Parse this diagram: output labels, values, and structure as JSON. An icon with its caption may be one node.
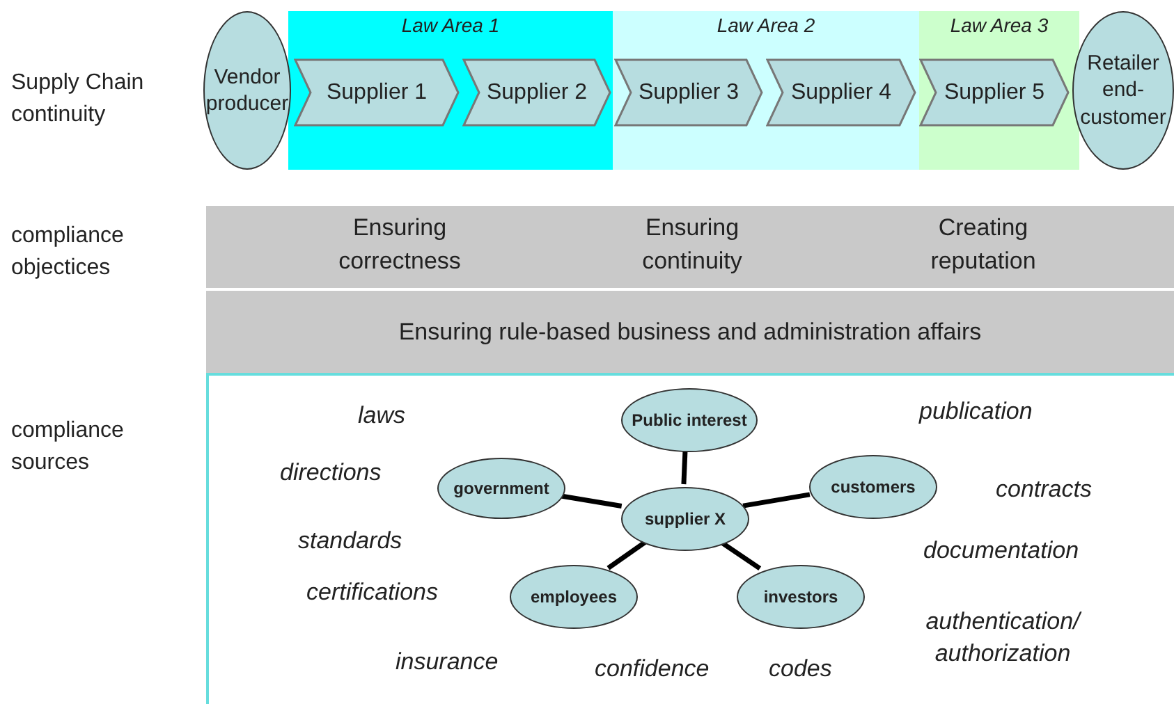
{
  "diagram": {
    "nodes": [
      {
        "text": [
          "Vendor producer"
        ]
      },
      {
        "text": [
          "Law Area 1"
        ]
      },
      {
        "text": [
          "Supplier 1"
        ],
        "in": 1
      },
      {
        "text": [
          "Supplier 2"
        ],
        "in": 1
      },
      {
        "text": [
          "Law Area 2"
        ]
      },
      {
        "text": [
          "Supplier 3"
        ],
        "in": 4
      },
      {
        "text": [
          "Supplier 4"
        ],
        "in": 4
      },
      {
        "text": [
          "Law Area 3"
        ]
      },
      {
        "text": [
          "Supplier 5"
        ],
        "in": 7
      },
      {
        "text": [
          "Retailer end-customer"
        ]
      },
      {
        "text": [
          "Ensuring correctness",
          "Ensuring continuity",
          "Creating reputation"
        ]
      },
      {
        "text": [
          "Ensuring rule-based business and administration affairs"
        ]
      },
      {
        "text": [],
        "shape": "box"
      },
      {
        "text": [
          "Public interest"
        ],
        "in": 12
      },
      {
        "text": [
          "government"
        ],
        "in": 12
      },
      {
        "text": [
          "supplier X"
        ],
        "in": 12
      },
      {
        "text": [
          "customers"
        ],
        "in": 12
      },
      {
        "text": [
          "employees"
        ],
        "in": 12
      },
      {
        "text": [
          "investors"
        ],
        "in": 12
      }
    ],
    "edges": [
      {
        "from": 15,
        "to": 13,
        "arrow": "none"
      },
      {
        "from": 15,
        "to": 14,
        "arrow": "none"
      },
      {
        "from": 15,
        "to": 16,
        "arrow": "none"
      },
      {
        "from": 15,
        "to": 17,
        "arrow": "none"
      },
      {
        "from": 15,
        "to": 18,
        "arrow": "none"
      }
    ],
    "labels": [
      "Supply Chain continuity",
      "compliance objectices",
      "compliance sources",
      "laws",
      "publication",
      "directions",
      "contracts",
      "standards",
      "documentation",
      "certifications",
      "authentication/ authorization",
      "insurance",
      "confidence",
      "codes"
    ]
  }
}
